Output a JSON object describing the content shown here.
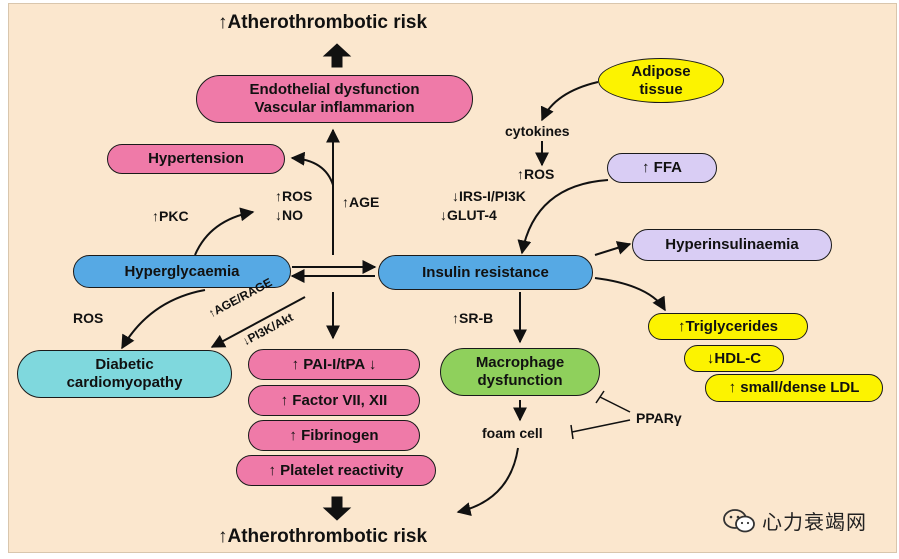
{
  "labels": {
    "top_risk": "↑Atherothrombotic risk",
    "bottom_risk": "↑Atherothrombotic risk",
    "cytokines": "cytokines",
    "ros_up": "↑ROS",
    "irs_pi3k": "↓IRS-I/PI3K",
    "glut4": "↓GLUT-4",
    "ros_no_1": "↑ROS",
    "ros_no_2": "↓NO",
    "age": "↑AGE",
    "pkc": "↑PKC",
    "ros": "ROS",
    "age_rage": "↑AGE/RAGE",
    "pi3k_akt": "↓PI3K/Akt",
    "sr_b": "↑SR-B",
    "foam_cell": "foam cell",
    "ppar": "PPARγ"
  },
  "nodes": {
    "endothelial_line1": "Endothelial dysfunction",
    "endothelial_line2": "Vascular inflammarion",
    "hypertension": "Hypertension",
    "adipose_line1": "Adipose",
    "adipose_line2": "tissue",
    "ffa": "↑ FFA",
    "hyperglycaemia": "Hyperglycaemia",
    "insulin_resistance": "Insulin resistance",
    "hyperinsulinaemia": "Hyperinsulinaemia",
    "triglycerides": "↑Triglycerides",
    "hdl": "↓HDL-C",
    "ldl": "↑ small/dense LDL",
    "cardio_line1": "Diabetic",
    "cardio_line2": "cardiomyopathy",
    "pai": "↑ PAI-I/tPA ↓",
    "factor": "↑ Factor VII, XII",
    "fibrinogen": "↑ Fibrinogen",
    "platelet": "↑ Platelet reactivity",
    "macro_line1": "Macrophage",
    "macro_line2": "dysfunction"
  },
  "watermark": "心力衰竭网",
  "colors": {
    "background": "#fbe7ce",
    "pink": "#ef7aa8",
    "blue": "#56a9e4",
    "cyan": "#7fd8dd",
    "yellow": "#fcf300",
    "lavender": "#d9cdf4",
    "green": "#8fd05c"
  }
}
